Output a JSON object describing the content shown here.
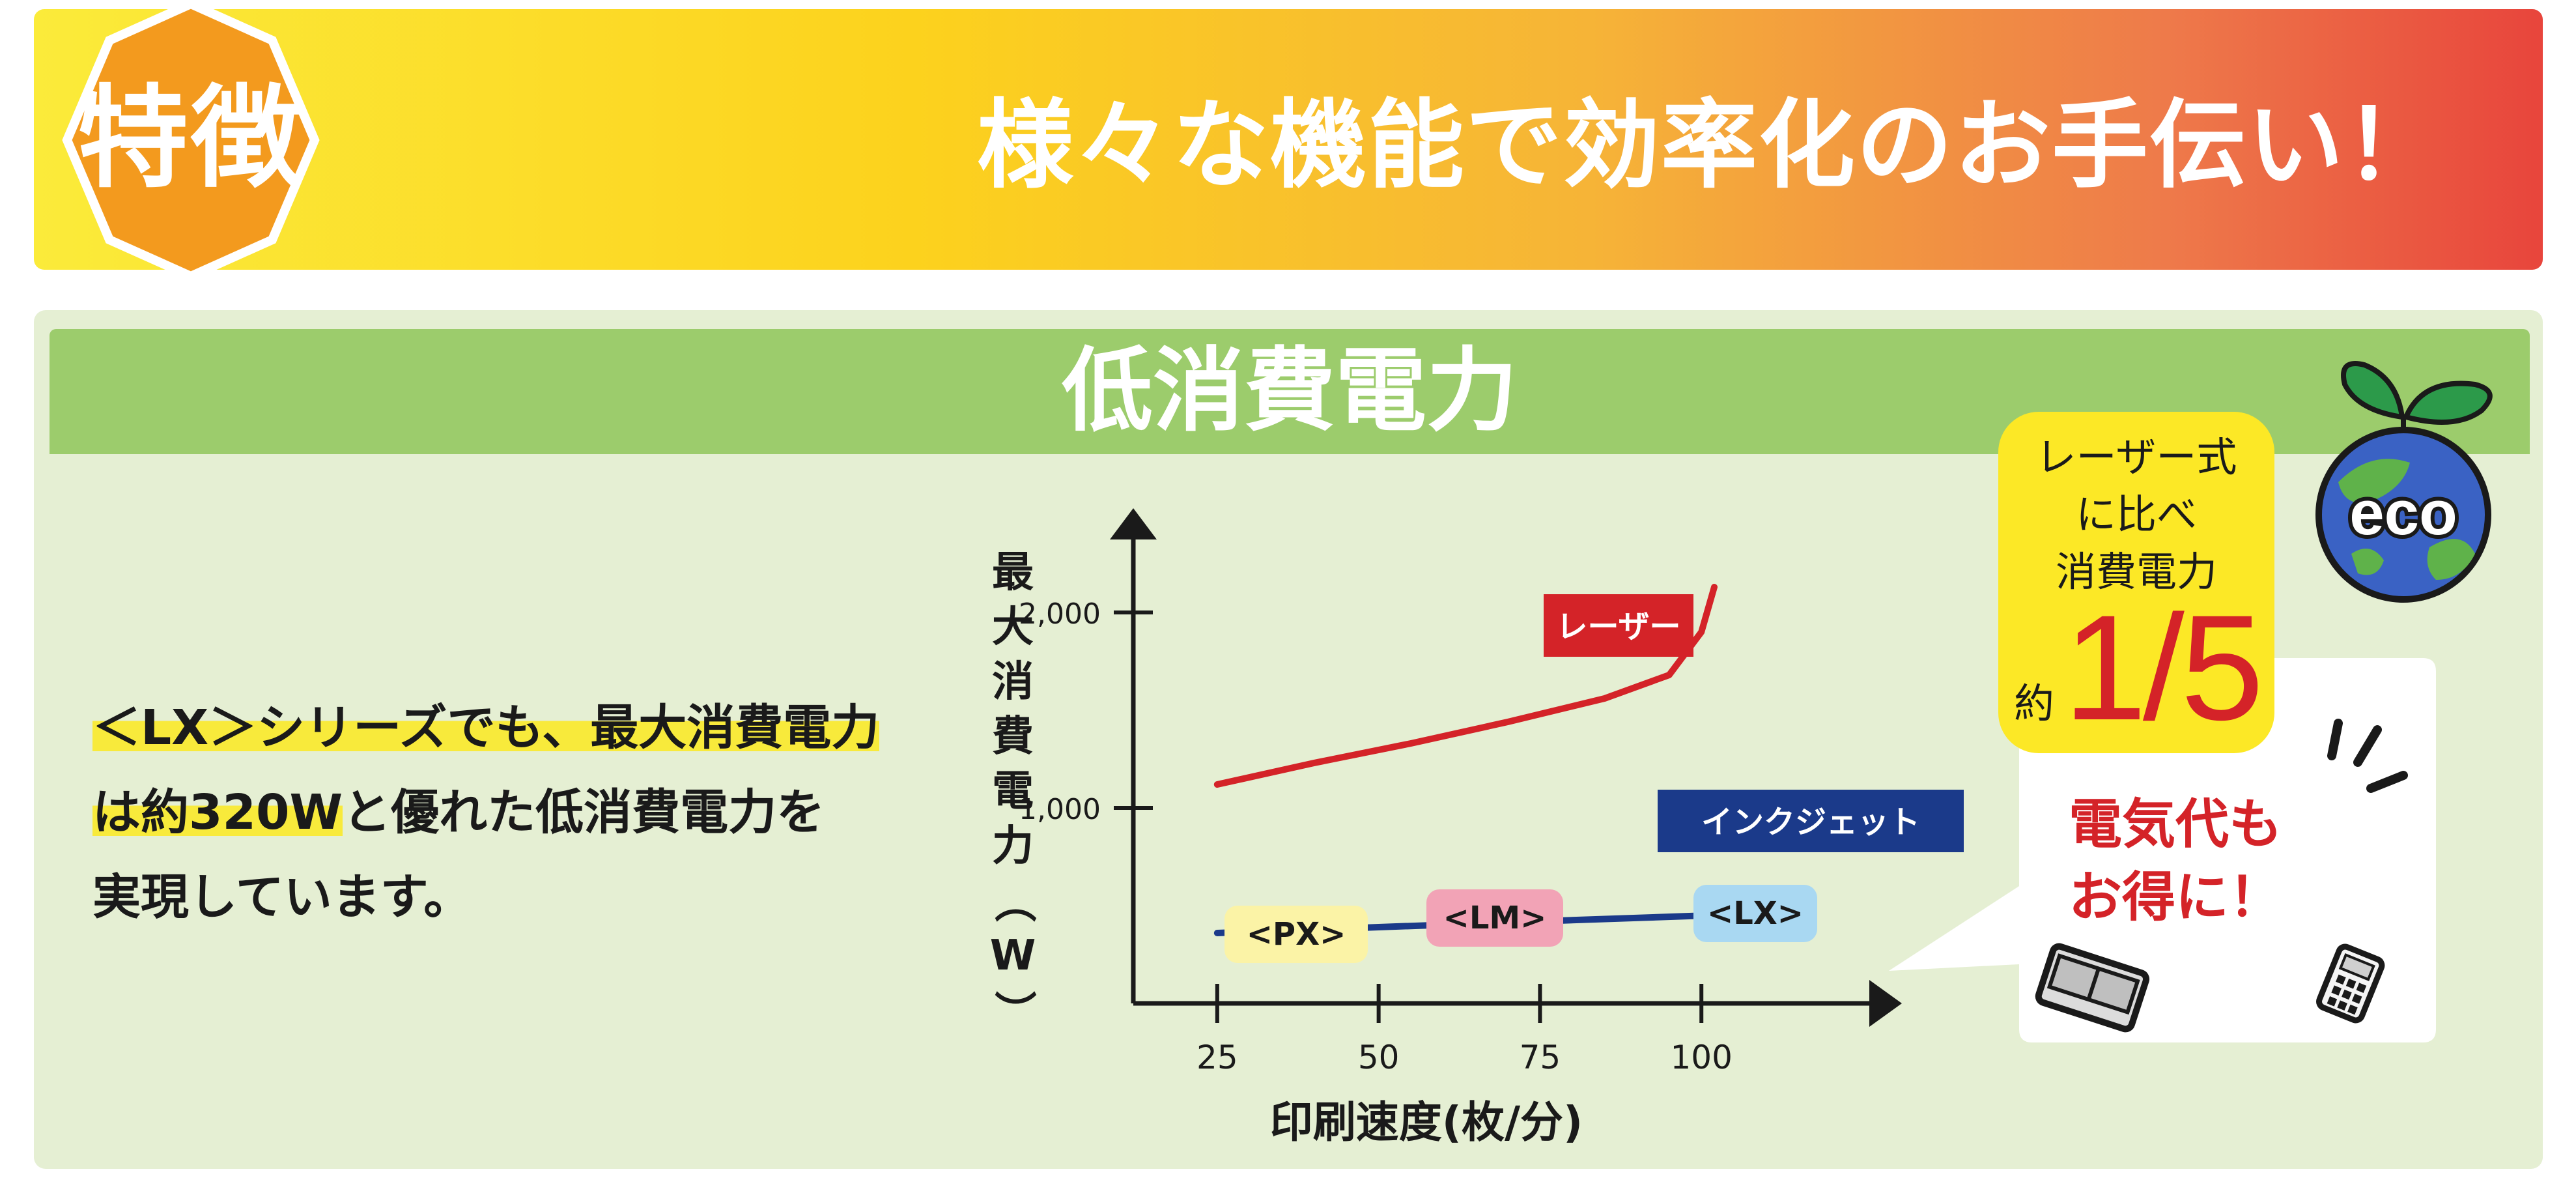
{
  "header": {
    "badge": "特徴",
    "title": "様々な機能で効率化のお手伝い！"
  },
  "section": {
    "title": "低消費電力"
  },
  "description": {
    "line1": "＜LX＞シリーズでも、最大消費電力",
    "line2_highlight": "は約320W",
    "line2_rest": "と優れた低消費電力を",
    "line3": "実現しています。"
  },
  "badge_card": {
    "line1": "レーザー式",
    "line2": "に比べ",
    "line3": "消費電力",
    "prefix": "約",
    "ratio": "1/5"
  },
  "callout": {
    "line1": "電気代も",
    "line2": "お得に！"
  },
  "globe": {
    "label": "eco"
  },
  "colors": {
    "laser": "#d42328",
    "inkjet": "#1b3a8a",
    "px_label_bg": "#fbf3a6",
    "lm_label_bg": "#f2a3b6",
    "lx_label_bg": "#a9d8f2",
    "panel_bg": "#e5efd3",
    "panel_header": "#9ccc6c"
  },
  "chart_data": {
    "type": "line",
    "ylabel": "最大消費電力（W）",
    "xlabel": "印刷速度(枚/分)",
    "x_ticks": [
      "25",
      "50",
      "75",
      "100"
    ],
    "y_ticks": [
      "1,000",
      "2,000"
    ],
    "xlim": [
      12,
      125
    ],
    "ylim": [
      0,
      2500
    ],
    "series": [
      {
        "name": "レーザー",
        "x": [
          25,
          40,
          55,
          70,
          85,
          95,
          100,
          102
        ],
        "y": [
          1120,
          1230,
          1330,
          1440,
          1560,
          1680,
          1900,
          2130
        ]
      },
      {
        "name": "インクジェット",
        "x": [
          25,
          50,
          75,
          101
        ],
        "y": [
          360,
          390,
          420,
          450
        ]
      }
    ],
    "point_labels": [
      "<PX>",
      "<LM>",
      "<LX>"
    ]
  }
}
